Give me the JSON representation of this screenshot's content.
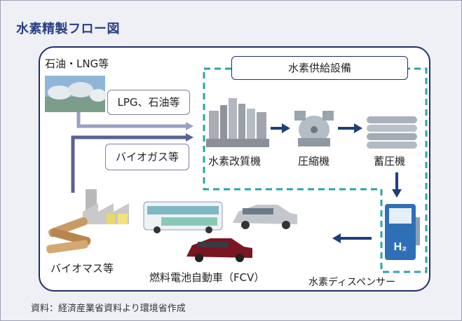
{
  "header": {
    "title": "水素精製フロー図"
  },
  "sources": {
    "fossil_label": "石油・LNG等",
    "lpg_label": "LPG、石油等",
    "biogas_label": "バイオガス等",
    "biomass_label": "バイオマス等"
  },
  "facility": {
    "group_label": "水素供給設備",
    "reformer_label": "水素改質機",
    "compressor_label": "圧縮機",
    "accumulator_label": "蓄圧機",
    "dispenser_label": "水素ディスペンサー",
    "dispenser_mark": "H₂"
  },
  "vehicles": {
    "fcv_label": "燃料電池自動車（FCV）"
  },
  "footer": {
    "source_note": "資料：経済産業省資料より環境省作成"
  },
  "colors": {
    "title": "#2b3f87",
    "box_border": "#1f3066",
    "dashed_border": "#2fa3a3",
    "arrow": "#1f3f7a",
    "flow_pipe": "#9aa0c0",
    "flow_pipe_dark": "#5c6190"
  }
}
